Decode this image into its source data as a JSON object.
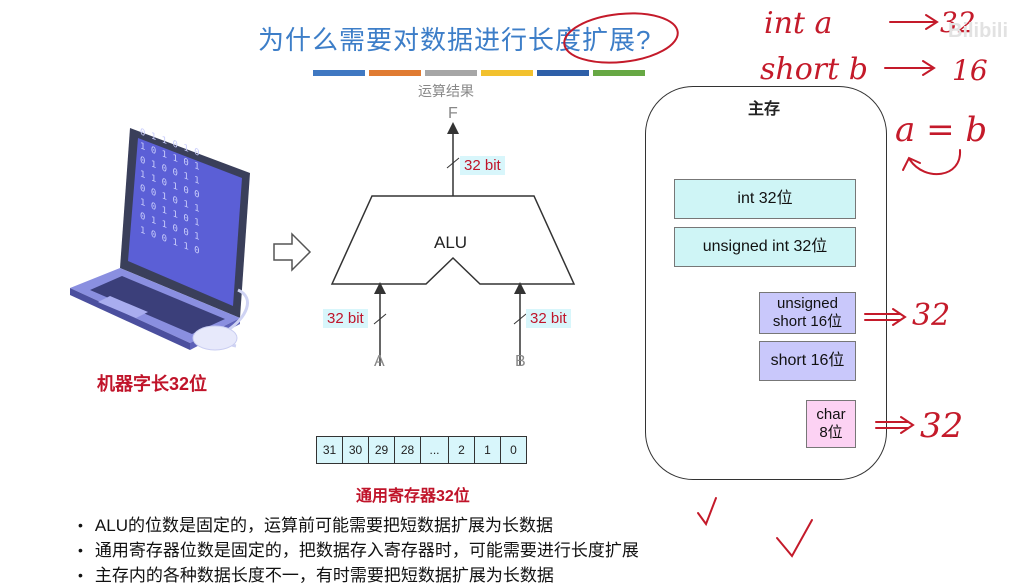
{
  "slide": {
    "title": "为什么需要对数据进行长度扩展?",
    "stripe_colors": [
      "#3f78c2",
      "#e07b32",
      "#a6a6a6",
      "#f2c12e",
      "#2e5fa8",
      "#67a844"
    ],
    "laptop_label": "机器字长32位",
    "laptop_screen_digits": "0 1 1 0 1 0\n1 0 1 1 0 1\n0 1 0 0 1 1\n1 1 0 1 0 0\n0 0 1 0 1 1\n1 0 1 1 0 1\n0 1 1 0 0 1\n1 0 0 1 1 0"
  },
  "alu": {
    "result_label": "运算结果",
    "output_label": "F",
    "output_bits": "32 bit",
    "alu_label": "ALU",
    "input_a_bits": "32 bit",
    "input_b_bits": "32 bit",
    "input_a_label": "A",
    "input_b_label": "B"
  },
  "register": {
    "cells": [
      "31",
      "30",
      "29",
      "28",
      "...",
      "2",
      "1",
      "0"
    ],
    "label": "通用寄存器32位"
  },
  "memory": {
    "title": "主存",
    "int_cell": "int 32位",
    "uint_cell": "unsigned int 32位",
    "ushort_cell_line1": "unsigned",
    "ushort_cell_line2": "short 16位",
    "short_cell": "short 16位",
    "char_cell_line1": "char",
    "char_cell_line2": "8位"
  },
  "bullets": [
    "ALU的位数是固定的，运算前可能需要把短数据扩展为长数据",
    "通用寄存器位数是固定的，把数据存入寄存器时，可能需要进行长度扩展",
    "主存内的各种数据长度不一，有时需要把短数据扩展为长数据"
  ],
  "annotations": {
    "int_a": "int  a",
    "int_a_size": "32",
    "short_b": "short  b",
    "short_b_size": "16",
    "assign": "a = b",
    "ushort_arrow_value": "32",
    "char_arrow_value": "32"
  },
  "watermark": "Bilibili"
}
